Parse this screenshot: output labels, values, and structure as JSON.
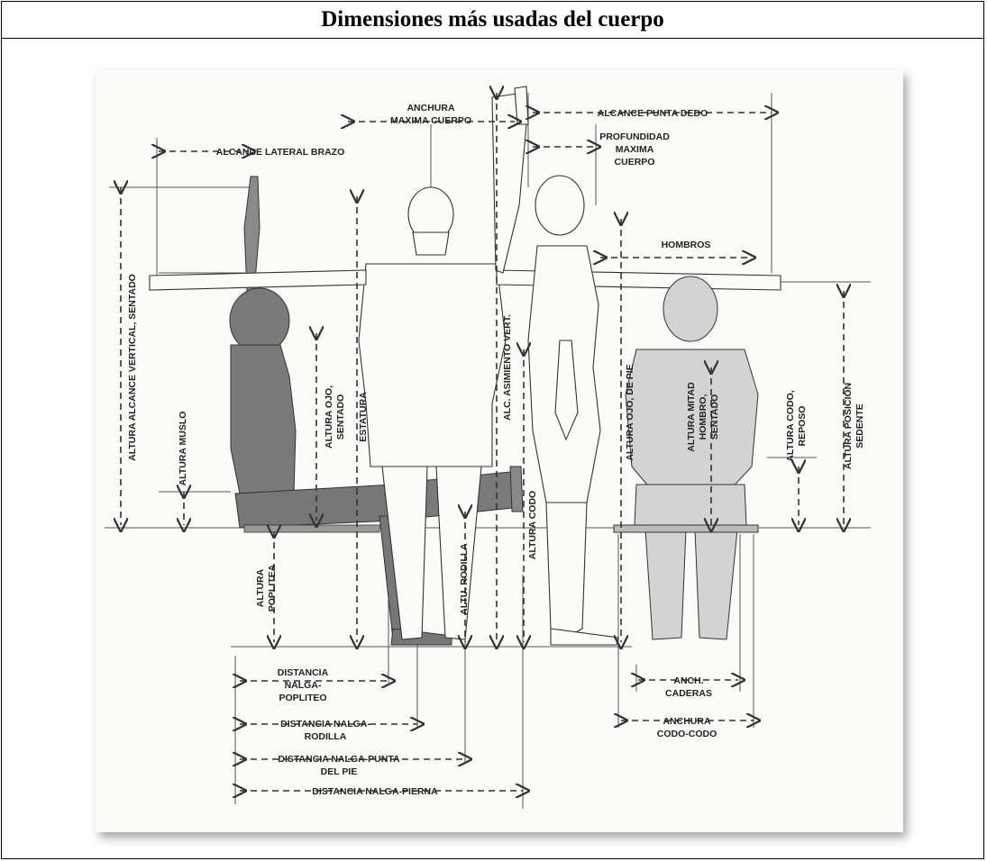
{
  "title": "Dimensiones más usadas del cuerpo",
  "figure": {
    "labels": {
      "anchura_maxima_1": "ANCHURA",
      "anchura_maxima_2": "MAXIMA CUERPO",
      "alcance_punta_dedo": "ALCANCE PUNTA DEDO",
      "alcance_lateral_brazo": "ALCANCE LATERAL BRAZO",
      "profundidad_1": "PROFUNDIDAD",
      "profundidad_2": "MAXIMA",
      "profundidad_3": "CUERPO",
      "hombros": "HOMBROS",
      "altura_alcance_vertical": "ALTURA ALCANCE VERTICAL, SENTADO",
      "altura_ojo_sentado_1": "ALTURA OJO,",
      "altura_ojo_sentado_2": "SENTADO",
      "estatura": "ESTATURA",
      "alc_asimiento_vert": "ALC. ASIMIENTO VERT.",
      "altura_muslo": "ALTURA MUSLO",
      "altura_codo": "ALTURA CODO",
      "altura_ojo_de_pie": "ALTURA OJO, DE PIE",
      "altura_mitad_1": "ALTURA MITAD",
      "altura_mitad_2": "HOMBRO,",
      "altura_mitad_3": "SENTADO",
      "altura_codo_reposo_1": "ALTURA CODO,",
      "altura_codo_reposo_2": "REPOSO",
      "altura_posicion_1": "ALTURA POSICIÓN",
      "altura_posicion_2": "SEDENTE",
      "altura_poplitea_1": "ALTURA",
      "altura_poplitea_2": "POPLITEA",
      "altu_rodilla": "ALTU. RODILLA",
      "dist_nalga_popliteo_1": "DISTANCIA",
      "dist_nalga_popliteo_2": "NALGA-",
      "dist_nalga_popliteo_3": "POPLITEO",
      "dist_nalga_rodilla_1": "DISTANCIA NALGA-",
      "dist_nalga_rodilla_2": "RODILLA",
      "dist_nalga_punta_1": "DISTANCIA NALGA-PUNTA",
      "dist_nalga_punta_2": "DEL PIE",
      "dist_nalga_pierna": "DISTANCIA NALGA-PIERNA",
      "anch_caderas_1": "ANCH.",
      "anch_caderas_2": "CADERAS",
      "anchura_codo_1": "ANCHURA",
      "anchura_codo_2": "CODO-CODO"
    }
  }
}
